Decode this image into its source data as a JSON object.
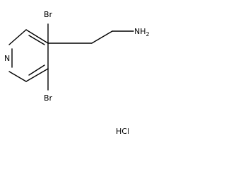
{
  "molecule": {
    "atom_labels": {
      "nitrogen_ring": "N",
      "bromine_top": "Br",
      "bromine_bottom": "Br",
      "amine": "NH",
      "amine_subscript": "2"
    },
    "salt_label": "HCl"
  }
}
